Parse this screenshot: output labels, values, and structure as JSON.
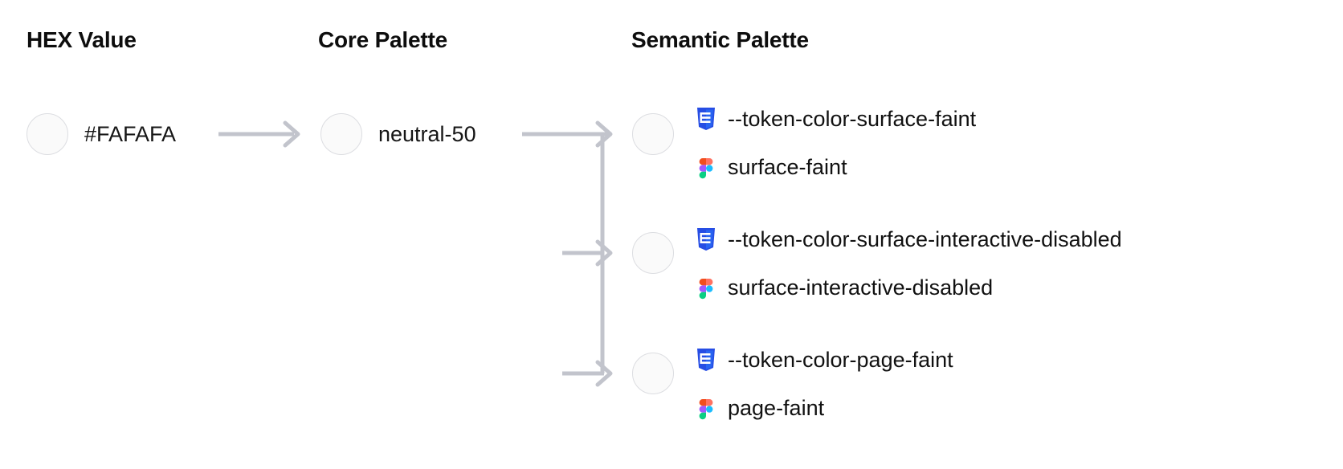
{
  "columns": [
    {
      "id": "hex",
      "title": "HEX Value"
    },
    {
      "id": "core",
      "title": "Core Palette"
    },
    {
      "id": "semantic",
      "title": "Semantic Palette"
    }
  ],
  "swatch_color": "#FAFAFA",
  "swatch_border": "#DCDDE1",
  "connector_color": "#C2C4CC",
  "hex": {
    "swatch_name": "hex-swatch",
    "value": "#FAFAFA"
  },
  "core": {
    "swatch_name": "core-swatch",
    "value": "neutral-50"
  },
  "icons": {
    "css": "css3-icon",
    "figma": "figma-icon",
    "arrow": "arrow-right-icon"
  },
  "icon_colors": {
    "css_shield": "#264DE4",
    "css_glyph": "#FFFFFF",
    "figma_orange": "#F24E1E",
    "figma_pink": "#FF7262",
    "figma_purple": "#A259FF",
    "figma_blue": "#1ABCFE",
    "figma_green": "#0ACF83"
  },
  "semantic": {
    "items": [
      {
        "swatch_name": "semantic-swatch-surface-faint",
        "css_token": "--token-color-surface-faint",
        "figma_token": "surface-faint"
      },
      {
        "swatch_name": "semantic-swatch-surface-interactive-disabled",
        "css_token": "--token-color-surface-interactive-disabled",
        "figma_token": "surface-interactive-disabled"
      },
      {
        "swatch_name": "semantic-swatch-page-faint",
        "css_token": "--token-color-page-faint",
        "figma_token": "page-faint"
      }
    ]
  }
}
